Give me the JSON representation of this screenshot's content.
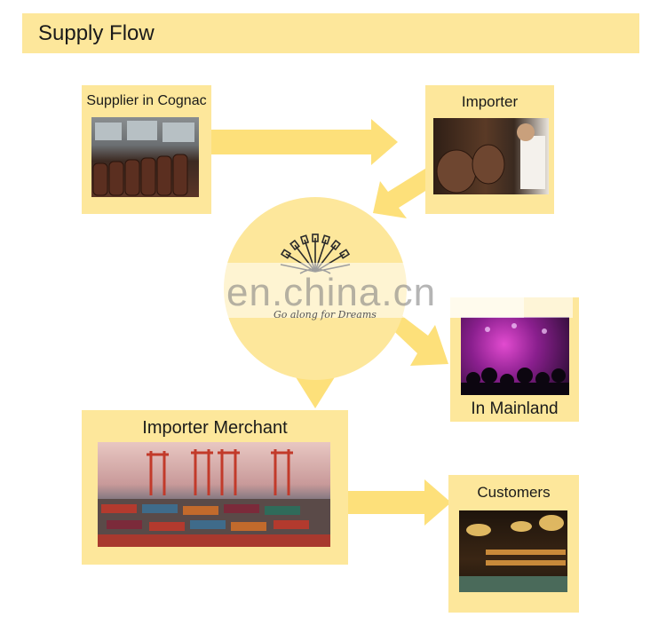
{
  "header": {
    "title": "Supply Flow"
  },
  "nodes": {
    "supplier": {
      "label": "Supplier in Cognac"
    },
    "importer": {
      "label": "Importer"
    },
    "mainland": {
      "label": "In Mainland"
    },
    "merchant": {
      "label": "Importer Merchant"
    },
    "customers": {
      "label": "Customers"
    }
  },
  "center": {
    "tagline": "Go along for Dreams"
  },
  "watermark": {
    "text": "en.china.cn"
  },
  "colors": {
    "box": "#fde79b",
    "arrow": "#fde07a",
    "text": "#1a1a1a"
  }
}
